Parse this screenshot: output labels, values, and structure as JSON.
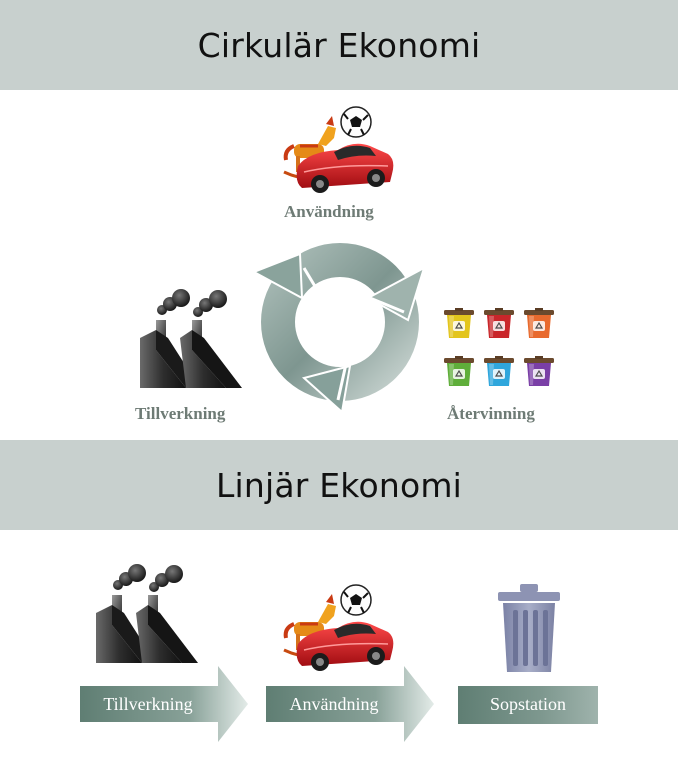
{
  "circular": {
    "title": "Cirkulär Ekonomi",
    "labels": {
      "usage": "Användning",
      "manufacturing": "Tillverkning",
      "recycling": "Återvinning"
    }
  },
  "linear": {
    "title": "Linjär Ekonomi",
    "steps": [
      "Tillverkning",
      "Användning",
      "Sopstation"
    ]
  },
  "icons": [
    "factory-icon",
    "toy-car-icon",
    "recycling-bins-icon",
    "trash-can-icon",
    "cycle-arrows-icon"
  ],
  "colors": {
    "band": "#c8d0ce",
    "label_text": "#6e7b75",
    "arrow": "#6f8a80",
    "cycle": "#7f9892",
    "bins": [
      "#e3c51d",
      "#c9262a",
      "#e86a2e",
      "#5fae3a",
      "#2fa6dc",
      "#7a3fa6"
    ]
  }
}
